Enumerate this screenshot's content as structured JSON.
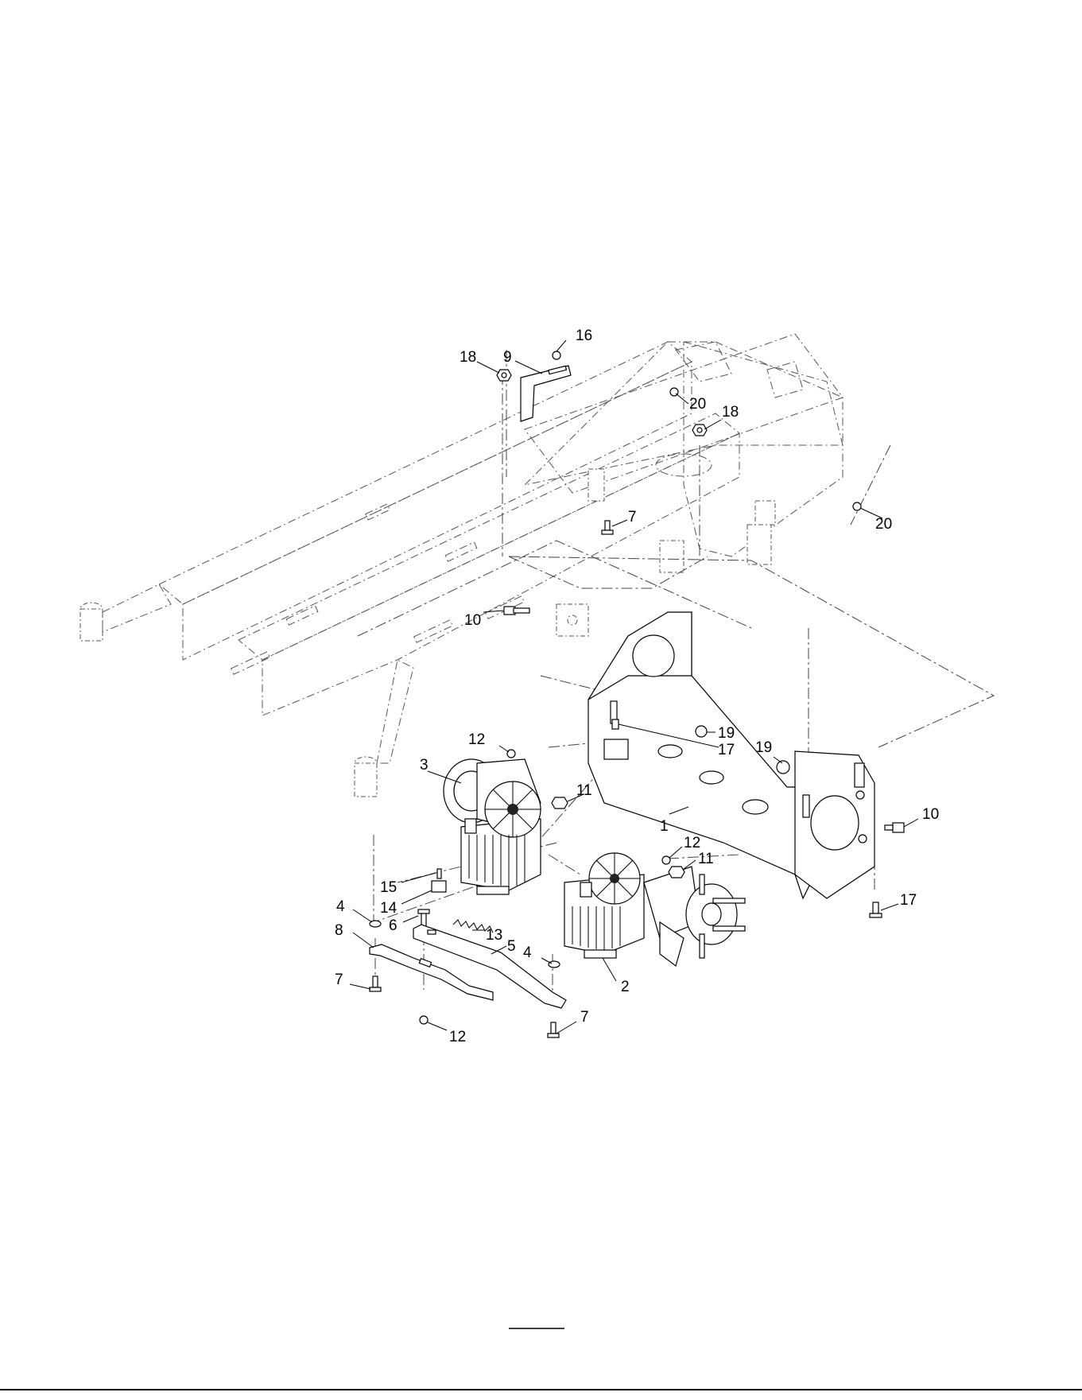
{
  "callouts": [
    {
      "id": "c-16",
      "text": "16"
    },
    {
      "id": "c-9",
      "text": "9"
    },
    {
      "id": "c-18a",
      "text": "18"
    },
    {
      "id": "c-20a",
      "text": "20"
    },
    {
      "id": "c-18b",
      "text": "18"
    },
    {
      "id": "c-7a",
      "text": "7"
    },
    {
      "id": "c-20b",
      "text": "20"
    },
    {
      "id": "c-10a",
      "text": "10"
    },
    {
      "id": "c-19a",
      "text": "19"
    },
    {
      "id": "c-17a",
      "text": "17"
    },
    {
      "id": "c-19b",
      "text": "19"
    },
    {
      "id": "c-12a",
      "text": "12"
    },
    {
      "id": "c-3",
      "text": "3"
    },
    {
      "id": "c-11a",
      "text": "11"
    },
    {
      "id": "c-10b",
      "text": "10"
    },
    {
      "id": "c-1",
      "text": "1"
    },
    {
      "id": "c-12b",
      "text": "12"
    },
    {
      "id": "c-11b",
      "text": "11"
    },
    {
      "id": "c-15",
      "text": "15"
    },
    {
      "id": "c-14",
      "text": "14"
    },
    {
      "id": "c-4a",
      "text": "4"
    },
    {
      "id": "c-6",
      "text": "6"
    },
    {
      "id": "c-8",
      "text": "8"
    },
    {
      "id": "c-13",
      "text": "13"
    },
    {
      "id": "c-5",
      "text": "5"
    },
    {
      "id": "c-4b",
      "text": "4"
    },
    {
      "id": "c-2",
      "text": "2"
    },
    {
      "id": "c-17b",
      "text": "17"
    },
    {
      "id": "c-7b",
      "text": "7"
    },
    {
      "id": "c-12c",
      "text": "12"
    },
    {
      "id": "c-7c",
      "text": "7"
    }
  ]
}
